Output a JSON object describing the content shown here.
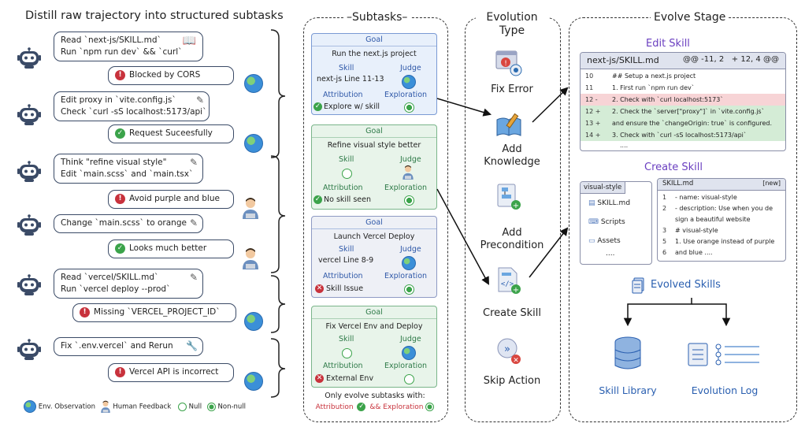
{
  "left": {
    "title": "Distill raw trajectory into structured subtasks",
    "bubbles": [
      {
        "l1": "Read `next-js/SKILL.md`",
        "l2": "Run `npm run dev` && `curl`"
      },
      {
        "text": "Blocked by CORS",
        "status": "error"
      },
      {
        "l1": "Edit proxy in `vite.config.js`",
        "l2": "Check `curl -sS localhost:5173/api`"
      },
      {
        "text": "Request Suceesfully",
        "status": "ok"
      },
      {
        "l1": "Think \"refine visual style\"",
        "l2": "Edit `main.scss` and `main.tsx`"
      },
      {
        "text": "Avoid purple and blue",
        "status": "error"
      },
      {
        "l1": "Change `main.scss` to orange"
      },
      {
        "text": "Looks much better",
        "status": "ok"
      },
      {
        "l1": "Read `vercel/SKILL.md`",
        "l2": "Run `vercel deploy --prod`"
      },
      {
        "text": "Missing `VERCEL_PROJECT_ID`",
        "status": "error"
      },
      {
        "l1": "Fix `.env.vercel` and Rerun"
      },
      {
        "text": "Vercel API is incorrect",
        "status": "error"
      }
    ],
    "legend": {
      "env": "Env. Observation",
      "human": "Human Feedback",
      "null": "Null",
      "nonnull": "Non-null"
    }
  },
  "subtasks": {
    "title": "Subtasks",
    "goal_label": "Goal",
    "skill_label": "Skill",
    "judge_label": "Judge",
    "attribution_label": "Attribution",
    "exploration_label": "Exploration",
    "cards": [
      {
        "goal": "Run the next.js project",
        "skill": "next-js Line 11-13",
        "attribution": "Explore w/ skill",
        "attr_status": "ok"
      },
      {
        "goal": "Refine visual style better",
        "skill": "",
        "attribution": "No skill seen",
        "attr_status": "ok"
      },
      {
        "goal": "Launch Vercel Deploy",
        "skill": "vercel Line 8-9",
        "attribution": "Skill Issue",
        "attr_status": "error"
      },
      {
        "goal": "Fix Vercel Env and Deploy",
        "skill": "",
        "attribution": "External Env",
        "attr_status": "error"
      }
    ],
    "footer_line1": "Only evolve subtasks with:",
    "footer_attr": "Attribution",
    "footer_and": "&&",
    "footer_expl": "Exploration"
  },
  "evolution": {
    "title": "Evolution Type",
    "types": [
      "Fix Error",
      "Add Knowledge",
      "Add Precondition",
      "Create Skill",
      "Skip Action"
    ]
  },
  "evolve": {
    "title": "Evolve Stage",
    "edit_title": "Edit Skill",
    "edit_file": "next-js/SKILL.md",
    "edit_hunk": "@@ -11, 2   + 12, 4 @@",
    "edit_lines": [
      {
        "n": "10",
        "t": "## Setup a next.js project",
        "kind": "ctx"
      },
      {
        "n": "11",
        "t": "1. First run `npm run dev`",
        "kind": "ctx"
      },
      {
        "n": "12  -",
        "t": "2. Check with `curl localhost:5173`",
        "kind": "del"
      },
      {
        "n": "12  +",
        "t": "2. Check the `server[\"proxy\"]` in `vite.config.js`",
        "kind": "add"
      },
      {
        "n": "13  +",
        "t": "and ensure the `changeOrigin: true` is configured.",
        "kind": "add"
      },
      {
        "n": "14  +",
        "t": "3. Check with `curl -sS localhost:5173/api`",
        "kind": "add"
      },
      {
        "n": "",
        "t": "....",
        "kind": "ctx"
      }
    ],
    "create_title": "Create Skill",
    "folder_name": "visual-style",
    "folder_items": [
      "SKILL.md",
      "Scripts",
      "Assets",
      "...."
    ],
    "skill_file": "SKILL.md",
    "skill_tag": "[new]",
    "skill_lines": [
      {
        "n": "1",
        "t": "- name: visual-style"
      },
      {
        "n": "2",
        "t": "- description: Use when you de"
      },
      {
        "n": "",
        "t": "sign a beautiful website"
      },
      {
        "n": "3",
        "t": "# visual-style"
      },
      {
        "n": "5",
        "t": "1. Use orange instead of purple"
      },
      {
        "n": "6",
        "t": "and blue    ...."
      }
    ],
    "evolved_title": "Evolved Skills",
    "library": "Skill Library",
    "log": "Evolution Log"
  },
  "colors": {
    "accent_purple": "#6a3fc0",
    "accent_blue": "#2a5fb0",
    "error_red": "#c8323c",
    "ok_green": "#3ba34a"
  }
}
